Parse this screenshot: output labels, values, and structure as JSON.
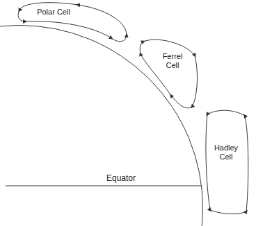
{
  "diagram": {
    "nodes": [
      {
        "text": [
          "Polar Cell"
        ]
      },
      {
        "text": [
          "Ferrel Cell"
        ]
      },
      {
        "text": [
          "Hadley Cell"
        ]
      }
    ],
    "labels": [
      "Equator"
    ]
  }
}
